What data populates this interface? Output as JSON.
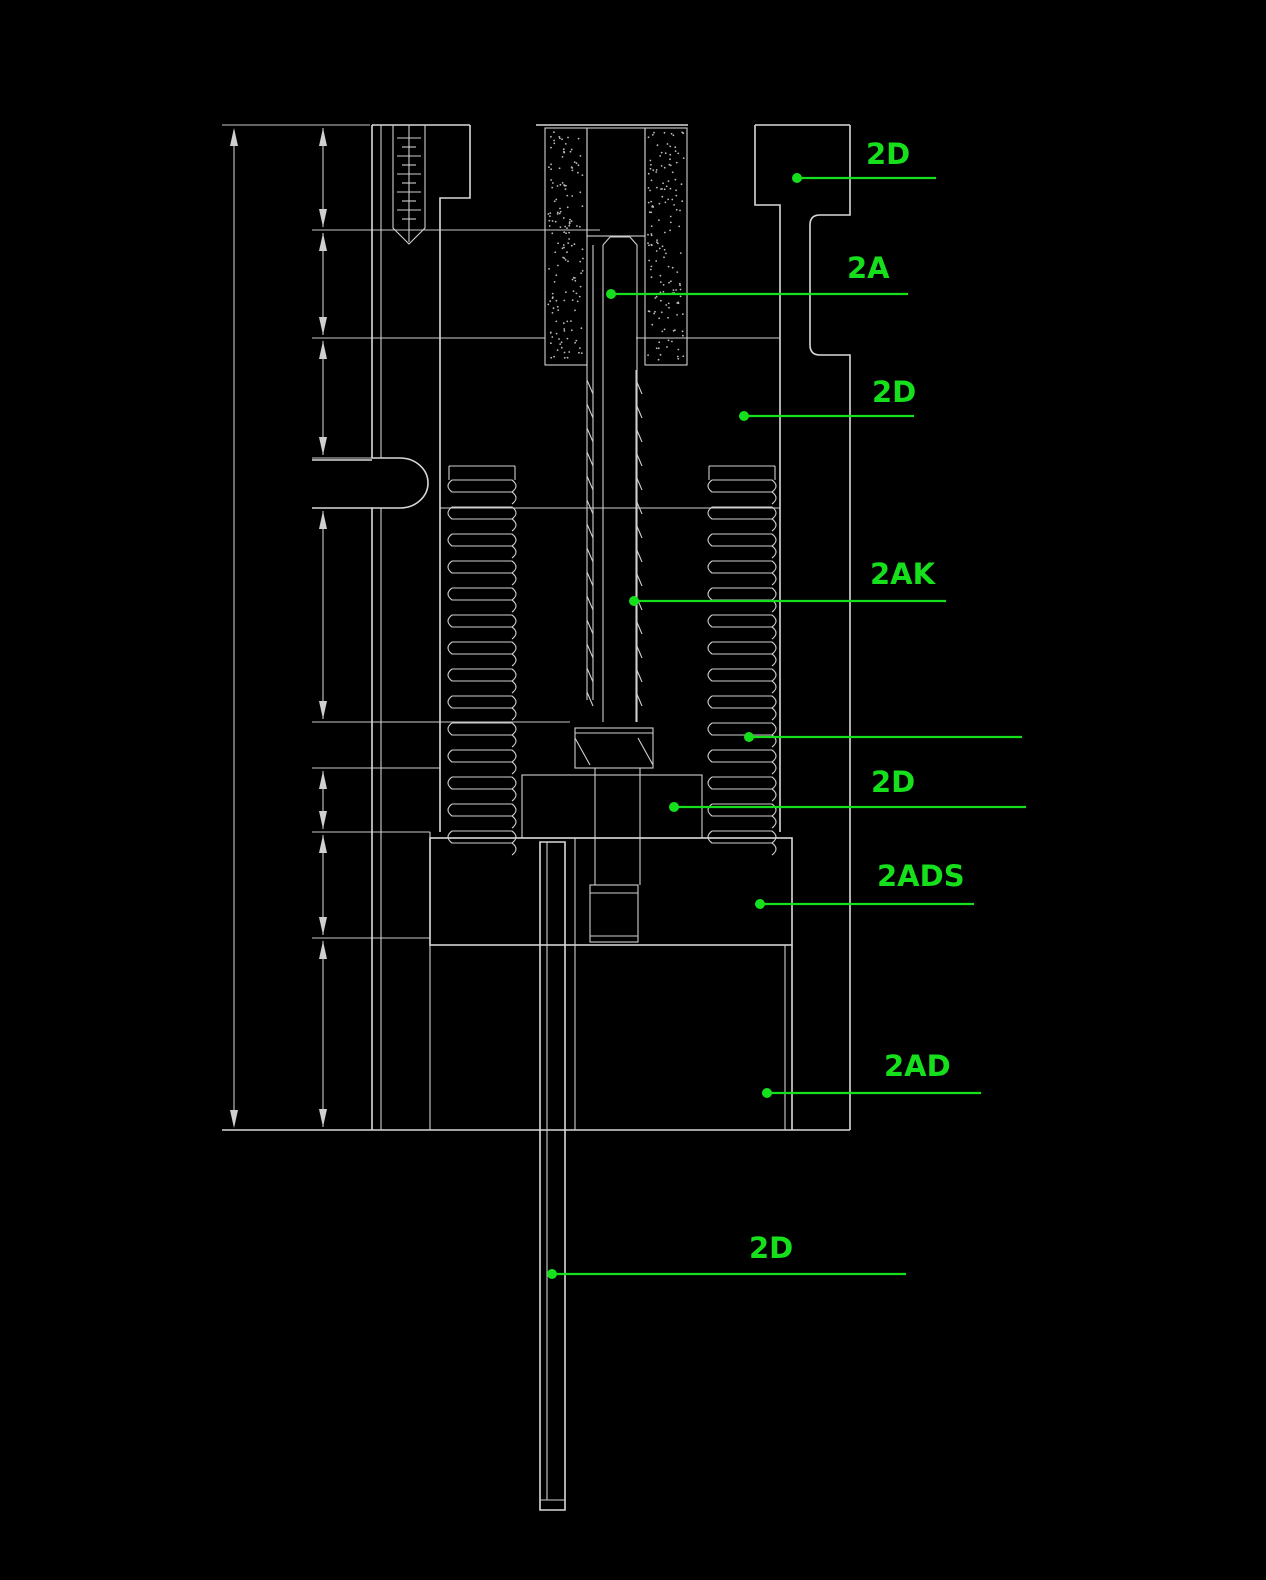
{
  "diagram": {
    "background": "#000000",
    "line_color": "#d9d9d9",
    "callout_color": "#16e01c",
    "callouts": [
      {
        "id": "top-plate",
        "text": "2D"
      },
      {
        "id": "guide-pin",
        "text": "2A"
      },
      {
        "id": "upper-plate",
        "text": "2D"
      },
      {
        "id": "shoulder-bolt",
        "text": "2AK"
      },
      {
        "id": "spring",
        "text": ""
      },
      {
        "id": "retainer-plate",
        "text": "2D"
      },
      {
        "id": "stripper-plate",
        "text": "2ADS"
      },
      {
        "id": "die-plate",
        "text": "2AD"
      },
      {
        "id": "punch",
        "text": "2D"
      }
    ]
  }
}
